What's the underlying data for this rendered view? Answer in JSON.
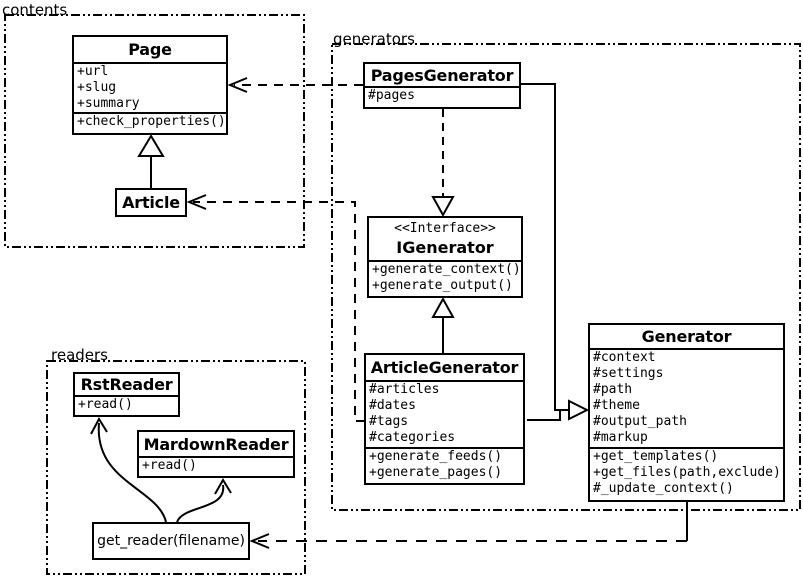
{
  "packages": {
    "contents": "contents",
    "generators": "generators",
    "readers": "readers"
  },
  "classes": {
    "page": {
      "name": "Page",
      "attributes": [
        "+url",
        "+slug",
        "+summary"
      ],
      "methods": [
        "+check_properties()"
      ]
    },
    "article": {
      "name": "Article"
    },
    "pages_generator": {
      "name": "PagesGenerator",
      "attributes": [
        "#pages"
      ]
    },
    "igenerator": {
      "stereotype": "<<Interface>>",
      "name": "IGenerator",
      "methods": [
        "+generate_context()",
        "+generate_output()"
      ]
    },
    "article_generator": {
      "name": "ArticleGenerator",
      "attributes": [
        "#articles",
        "#dates",
        "#tags",
        "#categories"
      ],
      "methods": [
        "+generate_feeds()",
        "+generate_pages()"
      ]
    },
    "generator": {
      "name": "Generator",
      "attributes": [
        "#context",
        "#settings",
        "#path",
        "#theme",
        "#output_path",
        "#markup"
      ],
      "methods": [
        "+get_templates()",
        "+get_files(path,exclude)",
        "#_update_context()"
      ]
    },
    "rst_reader": {
      "name": "RstReader",
      "methods": [
        "+read()"
      ]
    },
    "mardown_reader": {
      "name": "MardownReader",
      "methods": [
        "+read()"
      ]
    },
    "get_reader": {
      "name": "get_reader(filename)"
    }
  },
  "colors": {
    "line": "#000000",
    "background": "#ffffff"
  }
}
